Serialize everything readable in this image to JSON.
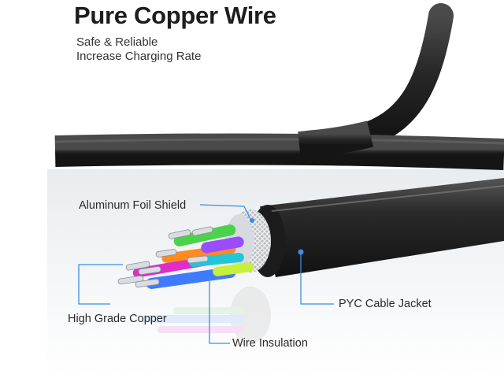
{
  "heading": {
    "title": "Pure Copper Wire",
    "line1": "Safe & Reliable",
    "line2": "Increase Charging Rate"
  },
  "callouts": {
    "foil": "Aluminum Foil Shield",
    "copper": "High Grade Copper",
    "insulation": "Wire Insulation",
    "jacket": "PYC Cable Jacket"
  },
  "colors": {
    "callout_line": "#3a8ee6",
    "cable": "#2b2b2b",
    "wire_colors": [
      "#4bd24b",
      "#e02cc8",
      "#ff8a1e",
      "#3f7bff",
      "#9a4cff",
      "#c6f03a",
      "#ff3a6e",
      "#21c6d8"
    ]
  }
}
